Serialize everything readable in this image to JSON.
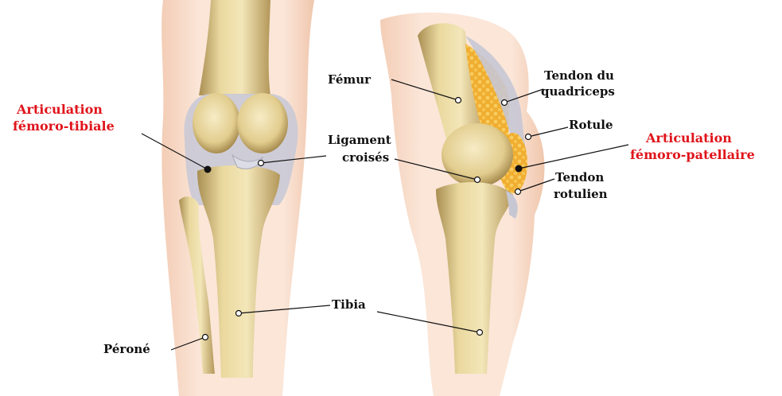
{
  "labels": {
    "femur": "Fémur",
    "tendon_quadriceps_1": "Tendon du",
    "tendon_quadriceps_2": "quadriceps",
    "rotule": "Rotule",
    "artic_fp_1": "Articulation",
    "artic_fp_2": "fémoro-patellaire",
    "artic_ft_1": "Articulation",
    "artic_ft_2": "fémoro-tibiale",
    "ligament_1": "Ligament",
    "ligament_2": "croisés",
    "tendon_rotulien_1": "Tendon",
    "tendon_rotulien_2": "rotulien",
    "tibia": "Tibia",
    "perone": "Péroné"
  },
  "colors": {
    "skin": "#f6d9c5",
    "bone": "#e9d79e",
    "bone_shadow": "#b89c5c",
    "cartilage": "#c9c9d6",
    "fat": "#f2b43a",
    "label_red": "#e0141b",
    "label_black": "#111111"
  }
}
